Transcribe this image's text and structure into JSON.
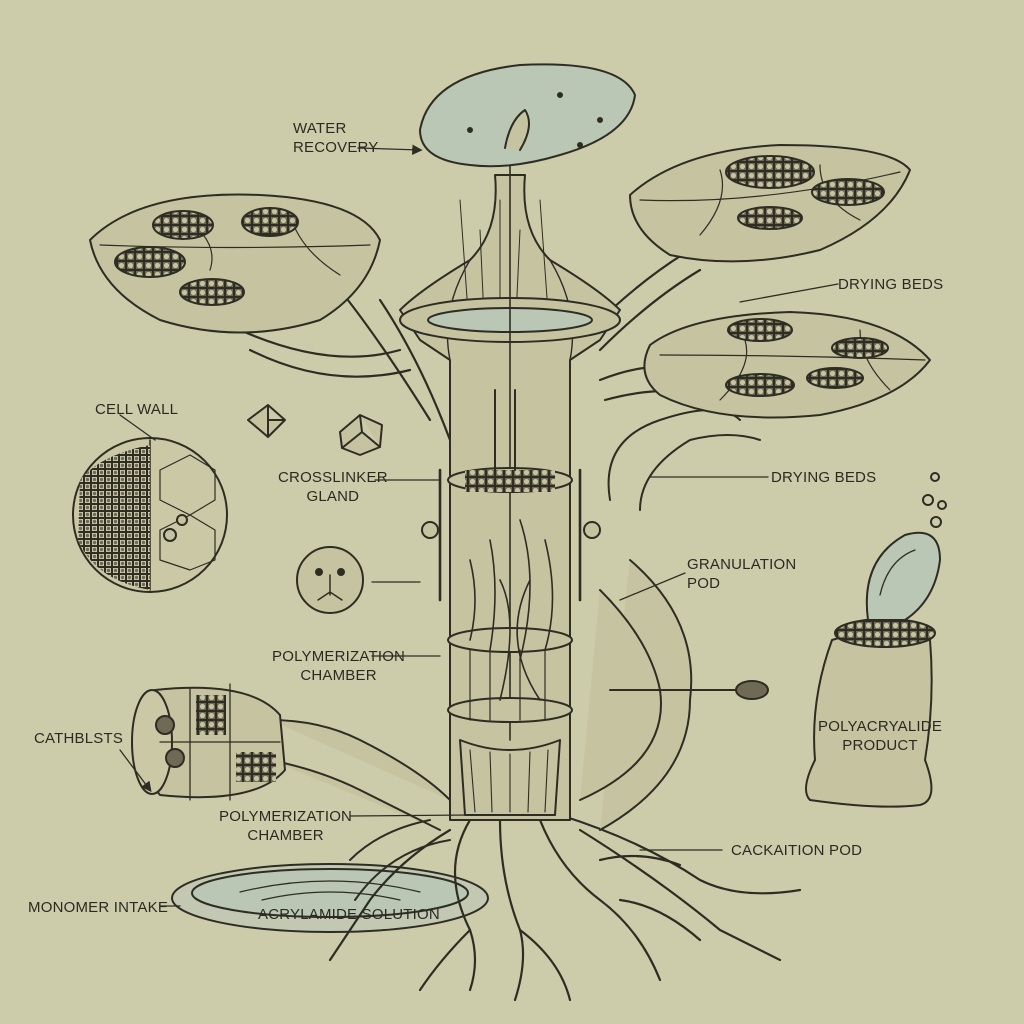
{
  "colors": {
    "background": "#cdccaa",
    "ink": "#2e2d24",
    "glass": "#b9c7b4",
    "fill": "#c6c3a1",
    "pod_dark": "#6f6a55"
  },
  "labels": {
    "water_recovery": "WATER\nRECOVERY",
    "drying_beds_top": "DRYING BEDS",
    "drying_beds_mid": "DRYING BEDS",
    "cell_wall": "CELL WALL",
    "crosslinker_gland": "CROSSLINKER\nGLAND",
    "granulation_pod": "GRANULATION\nPOD",
    "polymerization_chamber_upper": "POLYMERIZATION\nCHAMBER",
    "polymerization_chamber_lower": "POLYMERIZATION\nCHAMBER",
    "cathblsts": "CATHBLSTS",
    "polyacrylamide_product": "POLYACRYALIDE\nPRODUCT",
    "cackaition_pod": "CACKAITION POD",
    "monomer_intake": "MONOMER INTAKE",
    "acrylamide_solution": "ACRYLAMIDE SOLUTION"
  }
}
